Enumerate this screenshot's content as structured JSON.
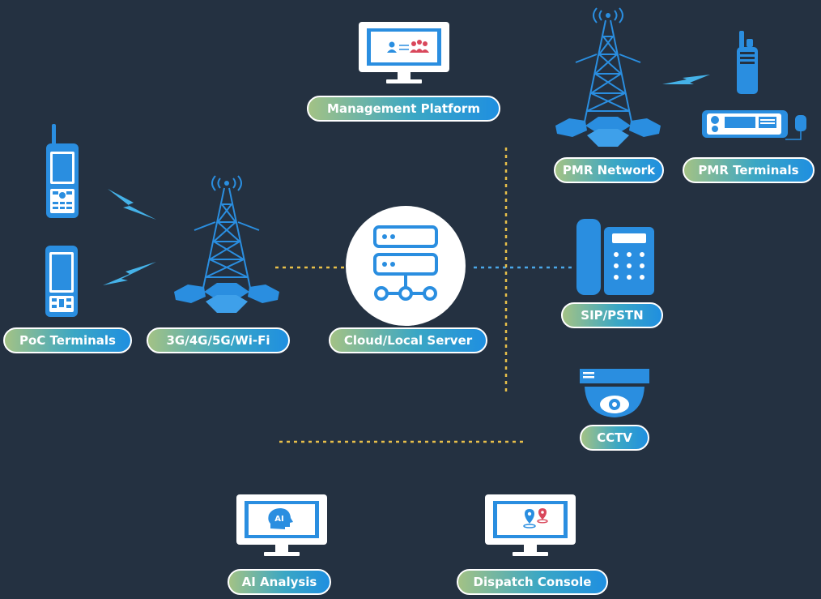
{
  "diagram": {
    "nodes": {
      "management_platform": {
        "label": "Management Platform",
        "icon": "monitor-users-icon"
      },
      "pmr_network": {
        "label": "PMR Network",
        "icon": "radio-tower-icon"
      },
      "pmr_terminals": {
        "label": "PMR Terminals",
        "icon": "two-way-radio-icon"
      },
      "poc_terminals": {
        "label": "PoC Terminals",
        "icon": "handheld-terminal-icon"
      },
      "wireless_network": {
        "label": "3G/4G/5G/Wi-Fi",
        "icon": "cell-tower-icon"
      },
      "cloud_server": {
        "label": "Cloud/Local Server",
        "icon": "server-icon"
      },
      "sip_pstn": {
        "label": "SIP/PSTN",
        "icon": "desk-phone-icon"
      },
      "cctv": {
        "label": "CCTV",
        "icon": "cctv-camera-icon"
      },
      "ai_analysis": {
        "label": "AI Analysis",
        "icon": "monitor-ai-icon"
      },
      "dispatch_console": {
        "label": "Dispatch Console",
        "icon": "monitor-map-icon"
      }
    },
    "colors": {
      "background": "#243141",
      "icon_blue": "#2a8ee0",
      "accent_red": "#d9475b",
      "link_blue": "#4aa7e8",
      "link_yellow": "#e8c04a",
      "pill_green": "#a3c285"
    }
  }
}
